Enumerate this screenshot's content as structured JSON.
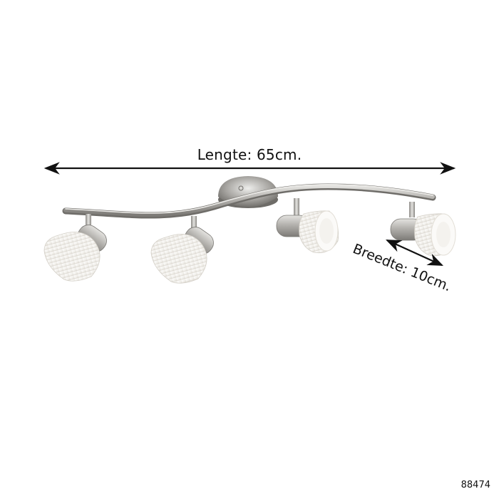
{
  "dimensions": {
    "length_label": "Lengte: 65cm.",
    "width_label": "Breedte: 10cm."
  },
  "product": {
    "code": "88474",
    "type": "ceiling spotlight bar",
    "spot_count": 4
  },
  "colors": {
    "background": "#ffffff",
    "arrow": "#111111",
    "metal": "#a8a6a2",
    "glass": "#f1efea"
  }
}
